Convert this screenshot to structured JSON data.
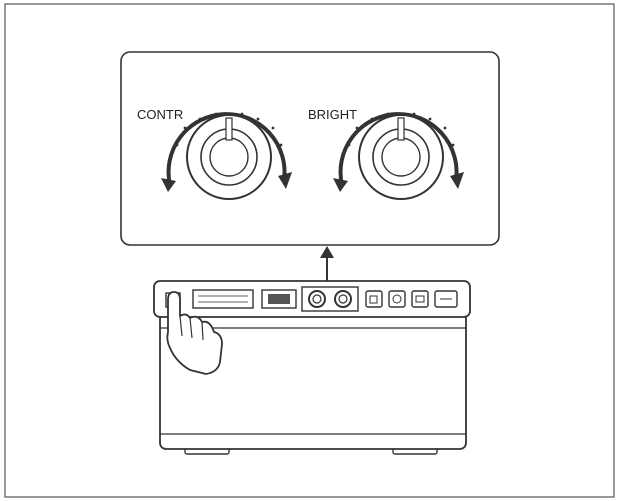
{
  "callout": {
    "knobs": [
      {
        "label": "CONTR"
      },
      {
        "label": "BRIGHT"
      }
    ]
  },
  "device": {
    "icons": [
      "power-button",
      "display-panel",
      "tray-slot",
      "contrast-knob",
      "brightness-knob",
      "feed-button",
      "print-button",
      "copy-button",
      "menu-button",
      "hand-pointer"
    ]
  },
  "colors": {
    "line": "#222222",
    "background": "#ffffff"
  }
}
